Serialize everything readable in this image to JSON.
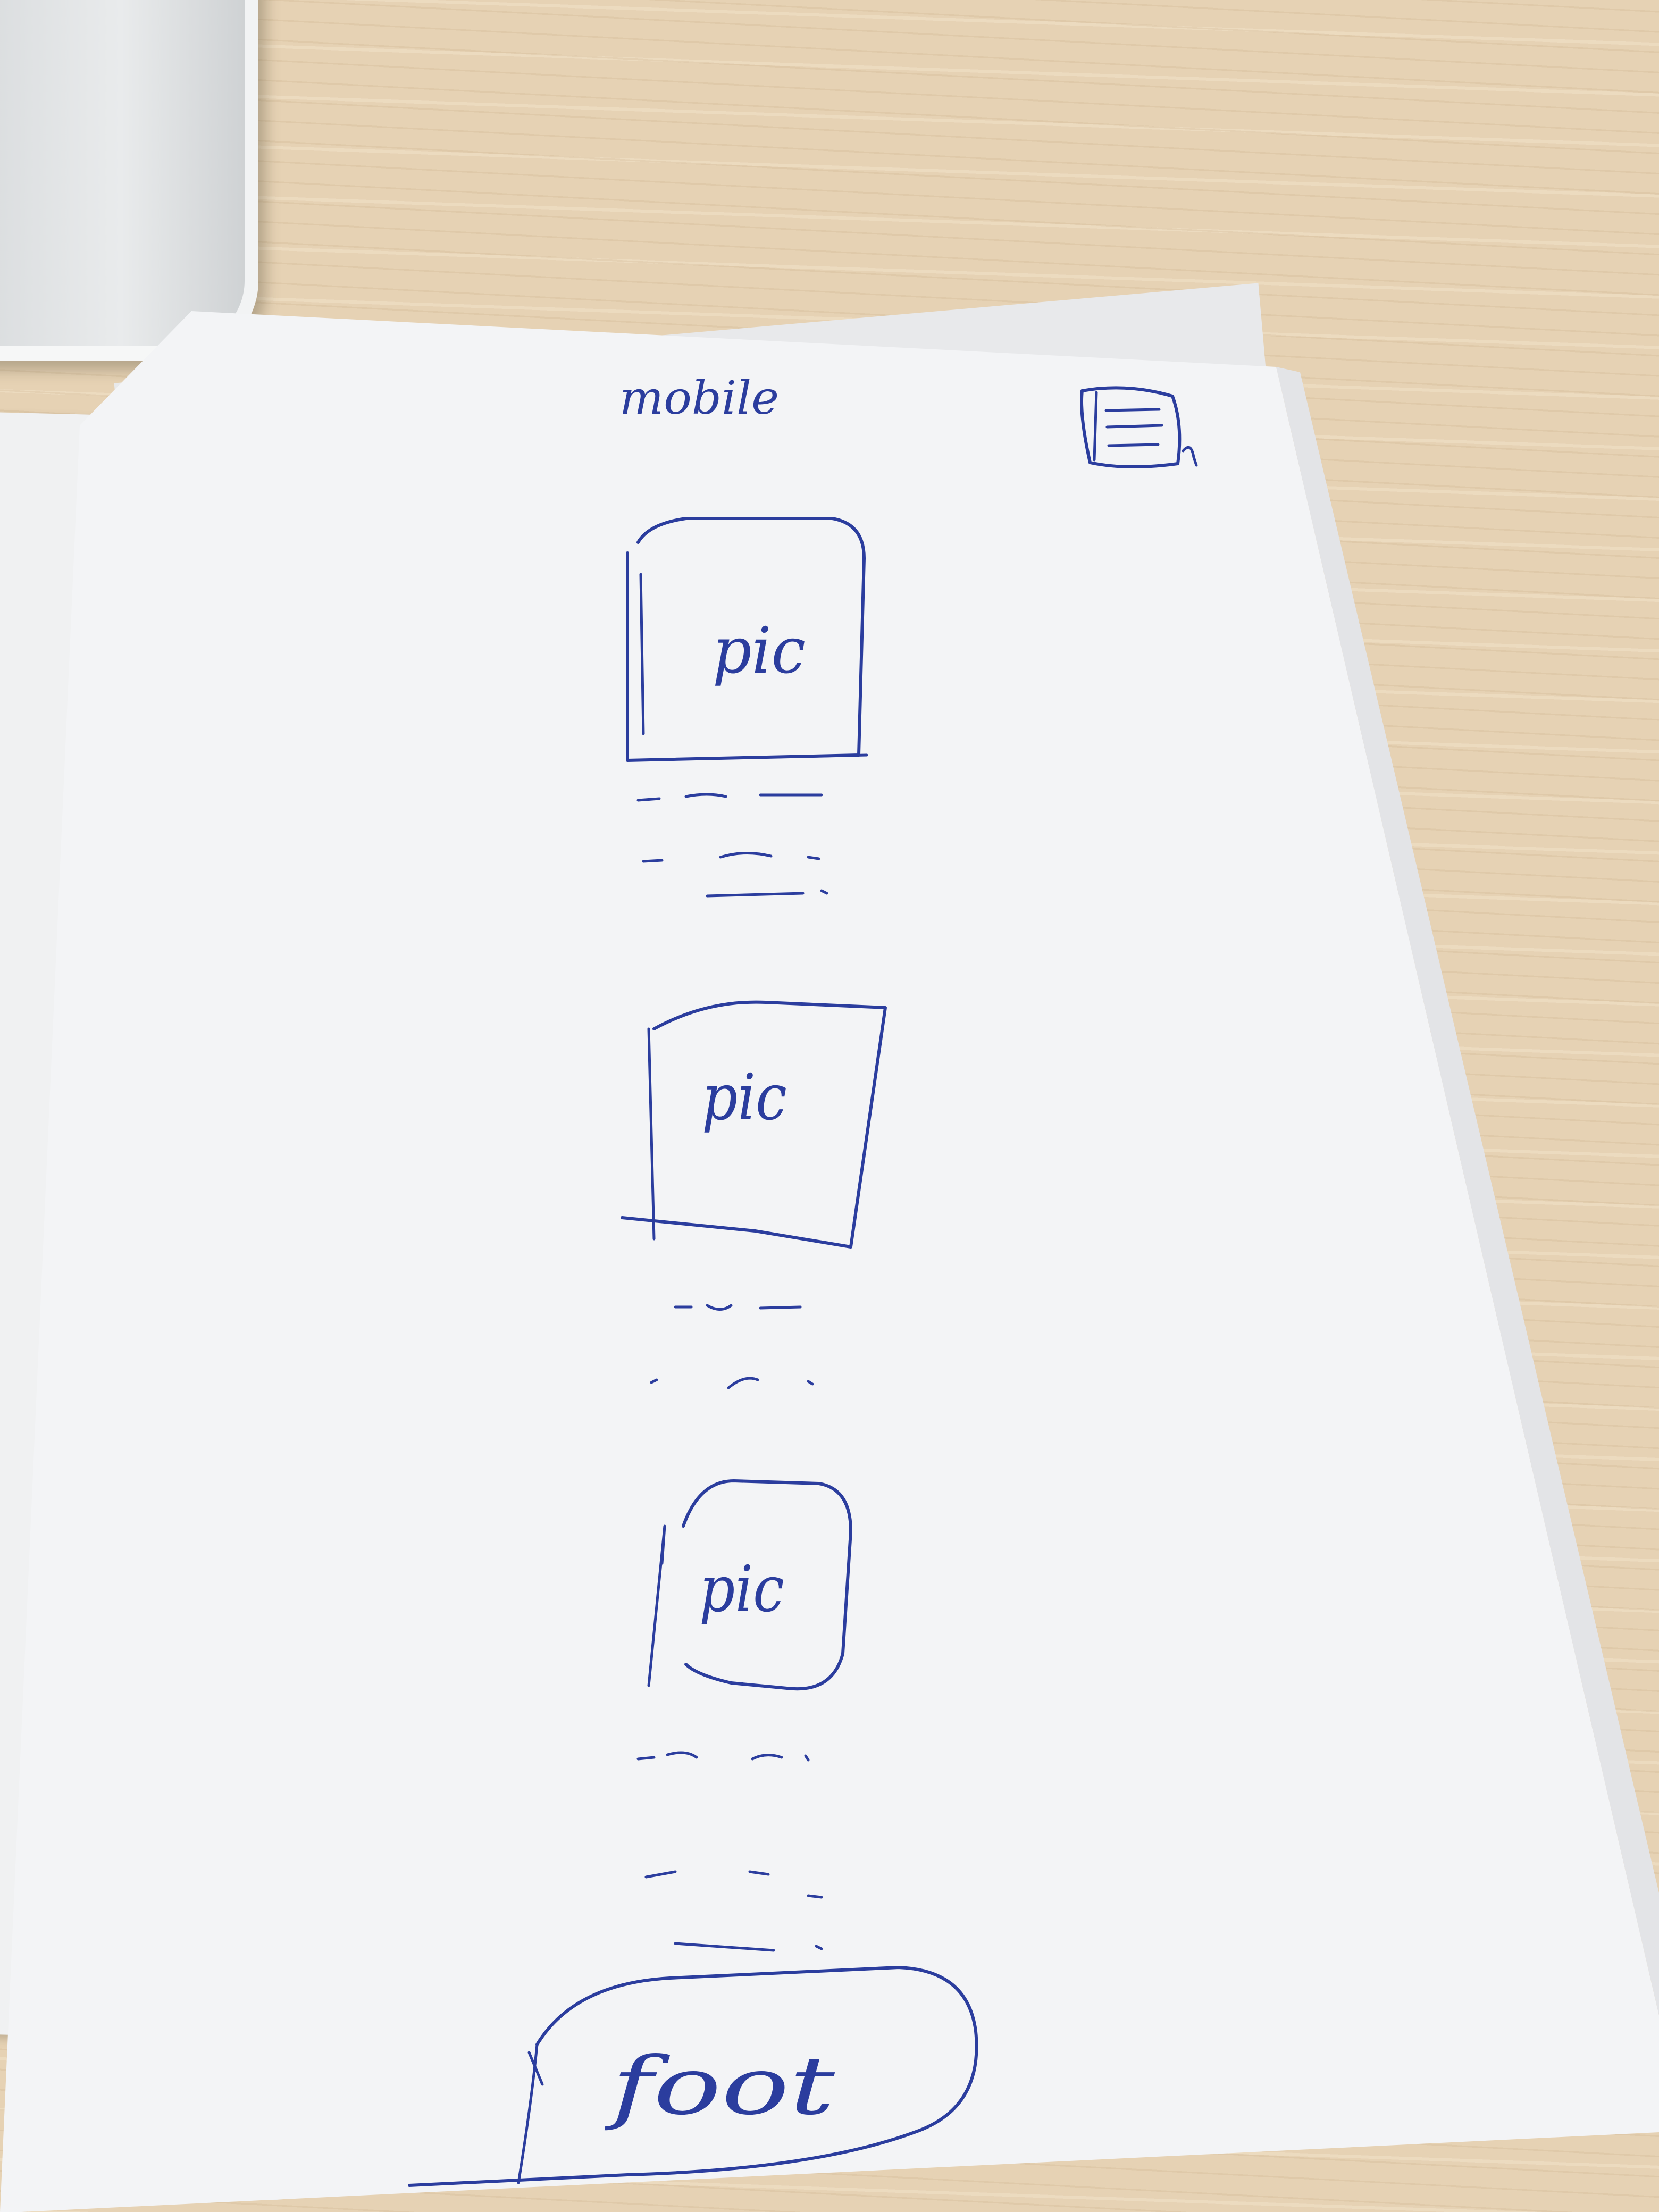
{
  "sketch": {
    "header_label": "mobile",
    "menu_icon": "hamburger-menu-icon",
    "cards": [
      {
        "image_label": "pic"
      },
      {
        "image_label": "pic"
      },
      {
        "image_label": "pic"
      }
    ],
    "footer_label": "foot"
  },
  "colors": {
    "ink": "#2b3d9e",
    "paper": "#f3f4f6",
    "desk": "#e6d2b4"
  }
}
